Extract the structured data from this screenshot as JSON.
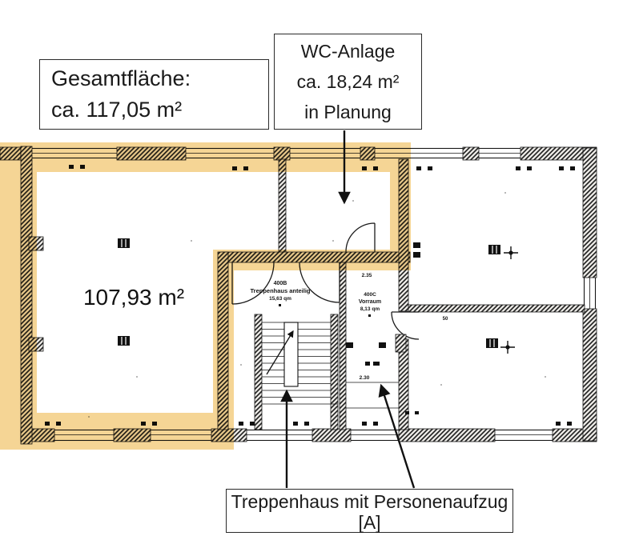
{
  "annotations": {
    "total_area": {
      "line1": "Gesamtfläche:",
      "line2": "ca. 117,05 m²"
    },
    "wc": {
      "line1": "WC-Anlage",
      "line2": "ca. 18,24 m²",
      "line3": "in Planung"
    },
    "stairs": {
      "line1": "Treppenhaus mit Personenaufzug",
      "line2": "[A]"
    }
  },
  "plan": {
    "left_room_area": "107,93 m²",
    "rooms": [
      {
        "id": "400B",
        "name": "Treppenhaus anteilig",
        "area": "15,63 qm"
      },
      {
        "id": "400C",
        "name": "Vorraum",
        "area": "8,13 qm"
      }
    ],
    "dims": [
      "2.35",
      "2.30",
      "50"
    ],
    "highlight_color": "#f3cc7d",
    "line_color": "#1a1a1a"
  }
}
